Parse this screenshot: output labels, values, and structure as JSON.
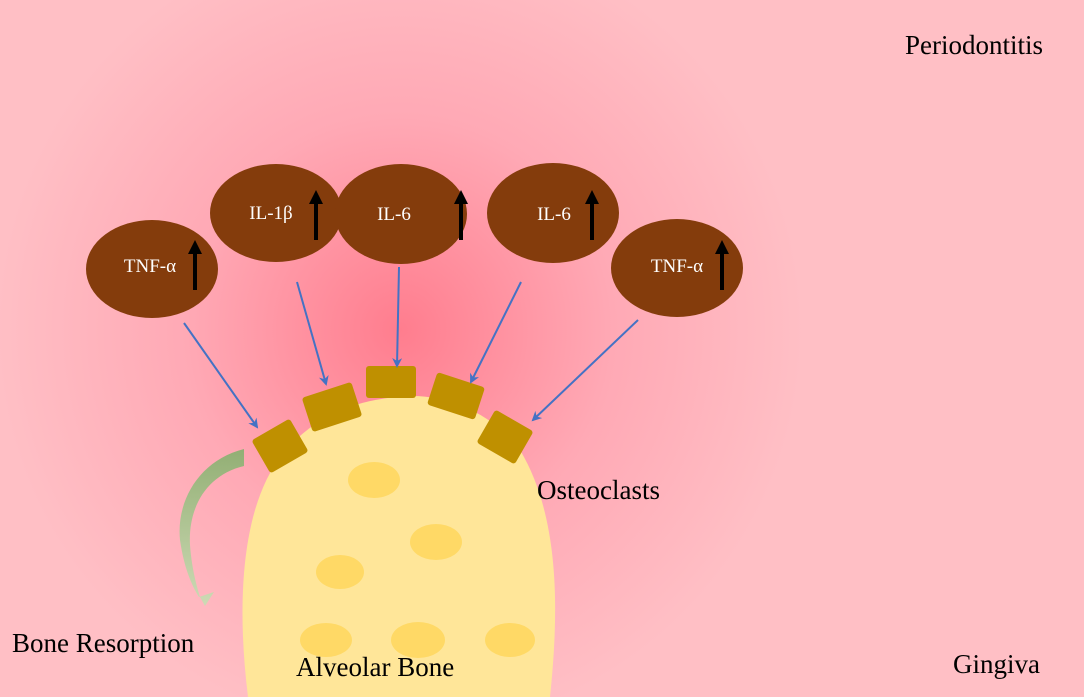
{
  "labels": {
    "periodontitis": "Periodontitis",
    "gingiva": "Gingiva",
    "osteoclasts": "Osteoclasts",
    "alveolar_bone": "Alveolar Bone",
    "bone_resorption": "Bone Resorption"
  },
  "cytokines": [
    {
      "name": "TNF-α",
      "trend": "up"
    },
    {
      "name": "IL-1β",
      "trend": "up"
    },
    {
      "name": "IL-6",
      "trend": "up"
    },
    {
      "name": "IL-6",
      "trend": "up"
    },
    {
      "name": "TNF-α",
      "trend": "up"
    }
  ],
  "colors": {
    "tissue_background": "#ffbfc5",
    "inflamed_center": "#ff8a98",
    "cytokine_fill": "#843c0c",
    "osteoclast_fill": "#bf9000",
    "bone_fill": "#ffe699",
    "bone_spot": "#ffd966",
    "arrow_blue": "#4472c4",
    "resorption_arrow": "#a9d18e"
  }
}
